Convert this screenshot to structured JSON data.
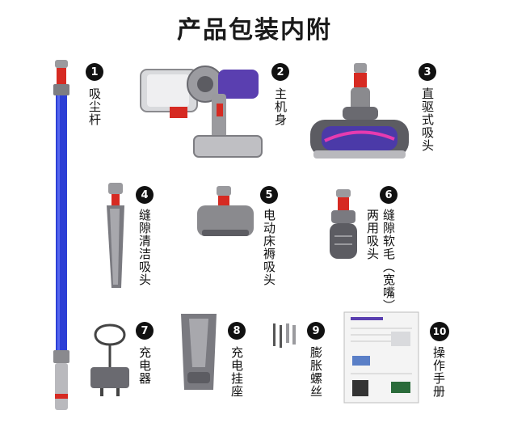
{
  "title": "产品包装内附",
  "colors": {
    "accent_purple": "#5a3fb0",
    "wand_blue": "#2c3fd6",
    "trigger_red": "#d62a22",
    "steel": "#8a8a8e"
  },
  "items": [
    {
      "number": "1",
      "label": "吸尘杆",
      "icon": "extension-wand-icon"
    },
    {
      "number": "2",
      "label": "主机身",
      "icon": "main-body-icon"
    },
    {
      "number": "3",
      "label": "直驱式吸头",
      "icon": "direct-drive-head-icon"
    },
    {
      "number": "4",
      "label": "缝隙清洁吸头",
      "icon": "crevice-tool-icon"
    },
    {
      "number": "5",
      "label": "电动床褥吸头",
      "icon": "mattress-tool-icon"
    },
    {
      "number": "6",
      "label_line1": "两用吸头",
      "label_line2": "缝隙软毛（宽嘴）",
      "icon": "combination-tool-icon"
    },
    {
      "number": "7",
      "label": "充电器",
      "icon": "charger-icon"
    },
    {
      "number": "8",
      "label": "充电挂座",
      "icon": "docking-station-icon"
    },
    {
      "number": "9",
      "label": "膨胀螺丝",
      "icon": "expansion-screws-icon"
    },
    {
      "number": "10",
      "label": "操作手册",
      "icon": "user-manual-icon"
    }
  ]
}
